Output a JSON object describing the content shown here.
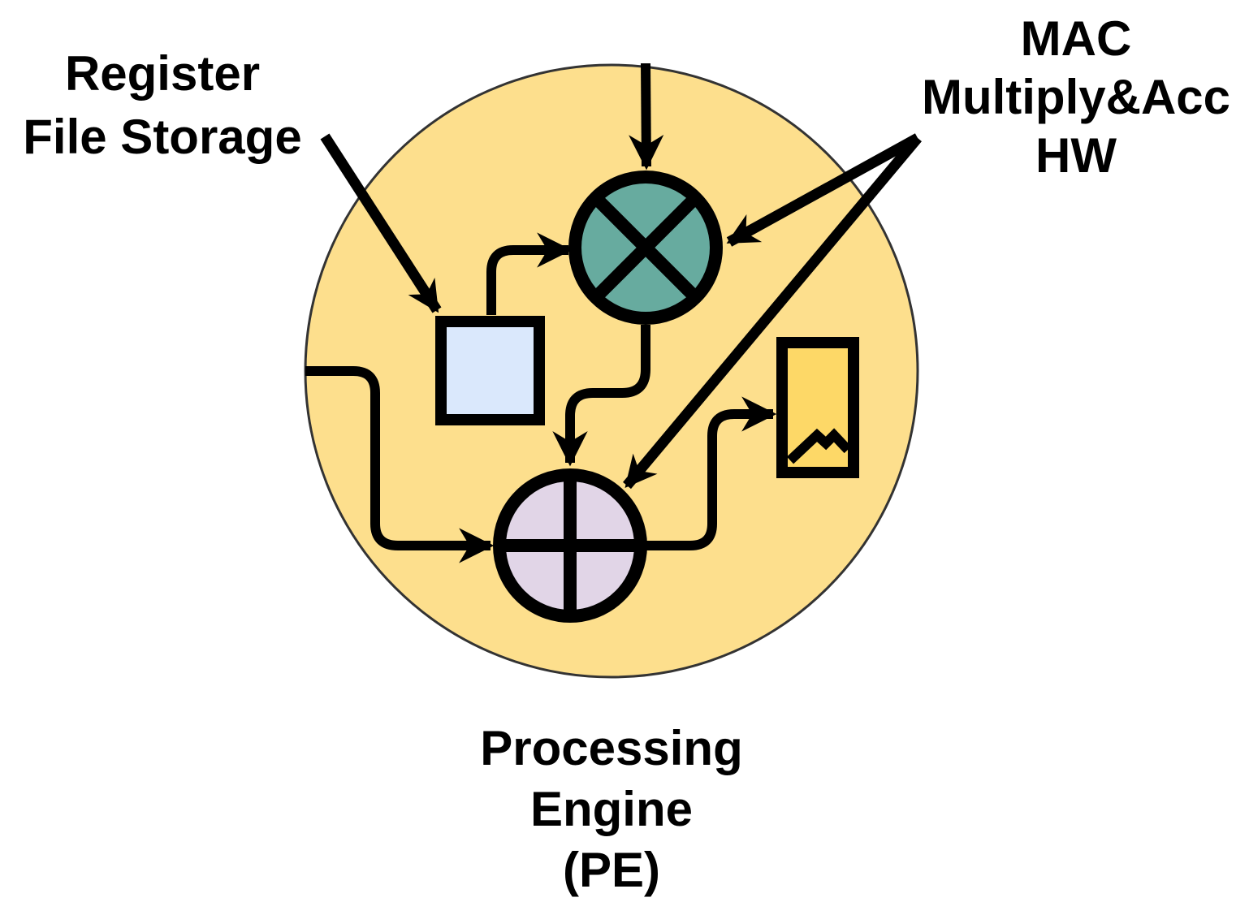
{
  "labels": {
    "register_file": [
      "Register",
      "File Storage"
    ],
    "mac": [
      "MAC",
      "Multiply&Acc",
      "HW"
    ],
    "pe": [
      "Processing",
      "Engine",
      "(PE)"
    ]
  },
  "colors": {
    "pe_fill": "#FDDF8D",
    "pe_stroke": "#333333",
    "multiplier_fill": "#67AB9F",
    "adder_fill": "#E1D5E7",
    "register_fill": "#DAE8FC",
    "buffer_fill": "#FDD867",
    "stroke": "#000000"
  },
  "icons": {
    "multiplier": "multiply-circle-icon",
    "adder": "plus-circle-icon",
    "register": "square-register-icon",
    "buffer": "output-buffer-icon"
  }
}
